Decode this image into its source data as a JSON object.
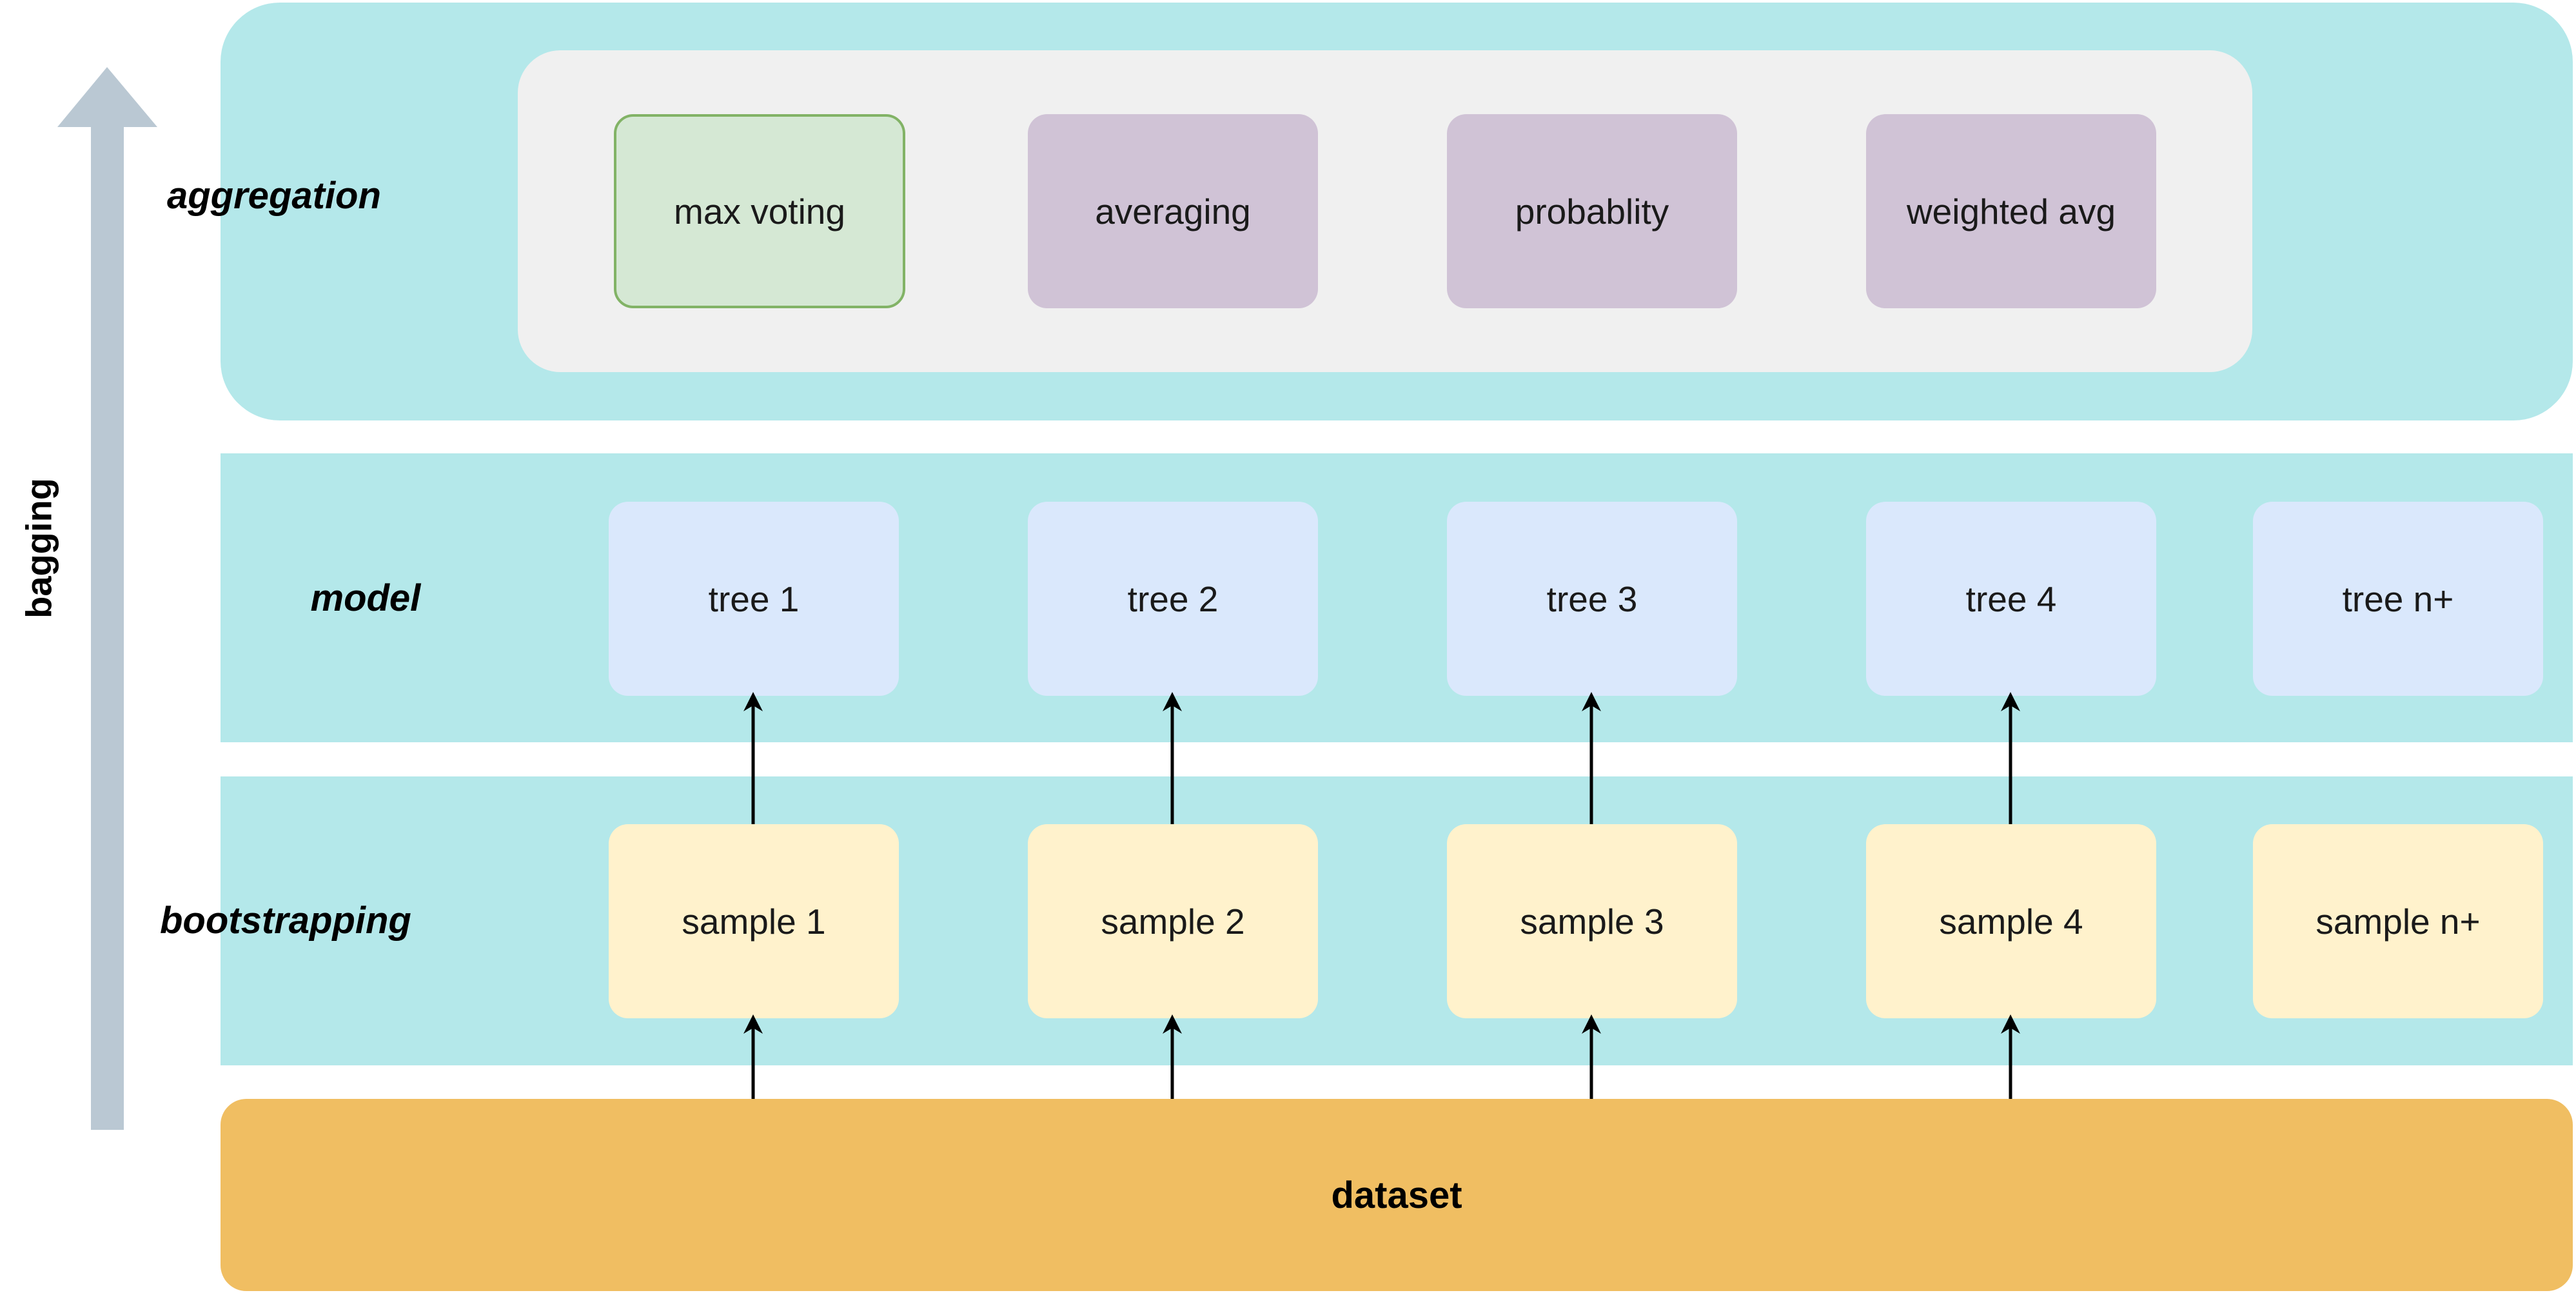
{
  "side_label": "bagging",
  "layers": {
    "aggregation": {
      "label": "aggregation",
      "methods": [
        "max voting",
        "averaging",
        "probablity",
        "weighted avg"
      ]
    },
    "model": {
      "label": "model",
      "trees": [
        "tree 1",
        "tree 2",
        "tree 3",
        "tree 4",
        "tree n+"
      ]
    },
    "bootstrapping": {
      "label": "bootstrapping",
      "samples": [
        "sample 1",
        "sample 2",
        "sample 3",
        "sample 4",
        "sample n+"
      ]
    }
  },
  "dataset": {
    "label": "dataset"
  },
  "colors": {
    "layer_background": "#b4e8ea",
    "aggregation_panel": "#f0f0f0",
    "selected_method_fill": "#d5e8d4",
    "selected_method_border": "#82b366",
    "method_fill": "#d0c3d6",
    "tree_fill": "#dae8fc",
    "sample_fill": "#fff2cc",
    "dataset_fill": "#f0be62",
    "bagging_arrow": "#bac8d3"
  }
}
